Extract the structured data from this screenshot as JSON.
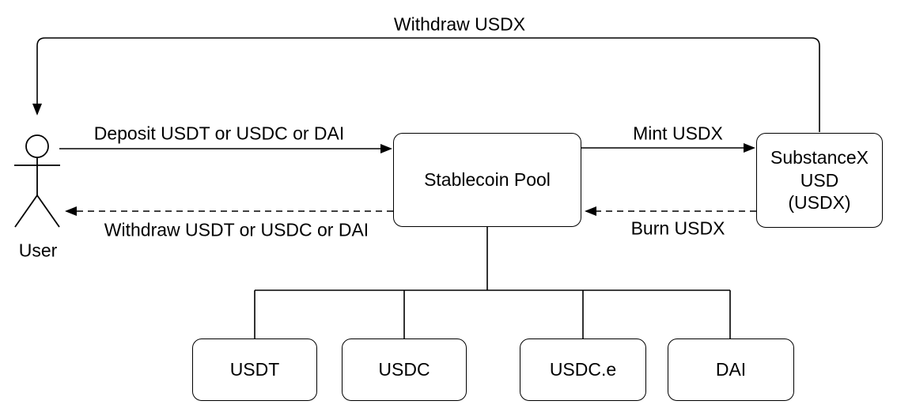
{
  "diagram": {
    "type": "flow-diagram",
    "colors": {
      "background": "#ffffff",
      "stroke": "#000000",
      "text": "#000000"
    },
    "actor": {
      "label": "User"
    },
    "nodes": {
      "stablecoin_pool": {
        "label": "Stablecoin Pool"
      },
      "substancex_usd": {
        "label": "SubstanceX\nUSD\n(USDX)"
      },
      "usdt": {
        "label": "USDT"
      },
      "usdc": {
        "label": "USDC"
      },
      "usdc_e": {
        "label": "USDC.e"
      },
      "dai": {
        "label": "DAI"
      }
    },
    "edges": {
      "withdraw_usdx": {
        "label": "Withdraw USDX",
        "style": "solid",
        "from": "SubstanceX USD (USDX)",
        "to": "User"
      },
      "deposit": {
        "label": "Deposit USDT or USDC or DAI",
        "style": "solid",
        "from": "User",
        "to": "Stablecoin Pool"
      },
      "mint": {
        "label": "Mint USDX",
        "style": "solid",
        "from": "Stablecoin Pool",
        "to": "SubstanceX USD (USDX)"
      },
      "withdraw_stablecoins": {
        "label": "Withdraw USDT or USDC or DAI",
        "style": "dashed",
        "from": "Stablecoin Pool",
        "to": "User"
      },
      "burn": {
        "label": "Burn USDX",
        "style": "dashed",
        "from": "SubstanceX USD (USDX)",
        "to": "Stablecoin Pool"
      }
    }
  }
}
